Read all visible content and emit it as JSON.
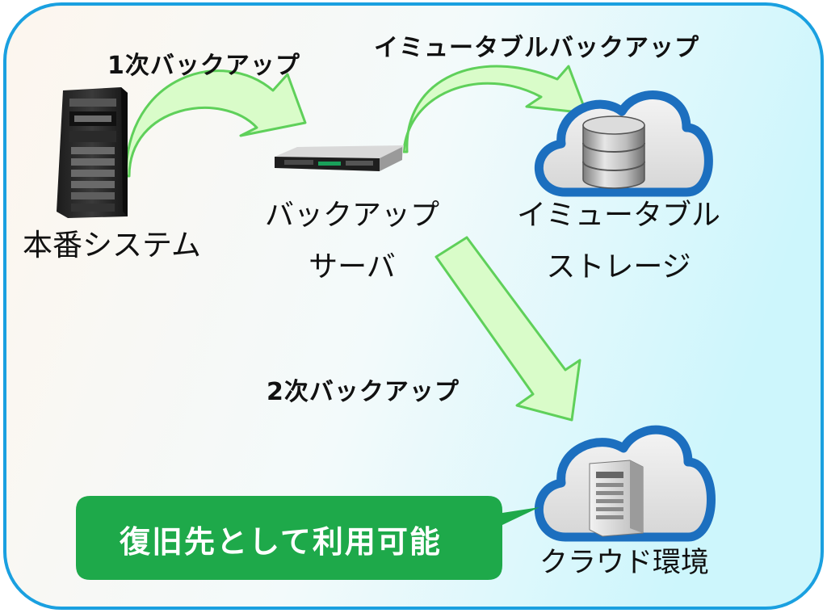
{
  "flows": {
    "primary_backup": "1次バックアップ",
    "immutable_backup": "イミュータブルバックアップ",
    "secondary_backup": "2次バックアップ"
  },
  "nodes": {
    "production_system": "本番システム",
    "backup_server_line1": "バックアップ",
    "backup_server_line2": "サーバ",
    "immutable_storage_line1": "イミュータブル",
    "immutable_storage_line2": "ストレージ",
    "cloud_environment": "クラウド環境"
  },
  "callout": {
    "text": "復旧先として利用可能"
  },
  "colors": {
    "frame_border": "#1aa0e0",
    "arrow_fill": "#d9fcc9",
    "arrow_stroke": "#5fd05a",
    "cloud_border": "#1c6fbf",
    "callout_fill": "#1ea94a"
  },
  "icons": {
    "production": "server-rack-icon",
    "backup_server": "rack-server-icon",
    "storage": "database-icon",
    "cloud": "tower-server-icon"
  }
}
